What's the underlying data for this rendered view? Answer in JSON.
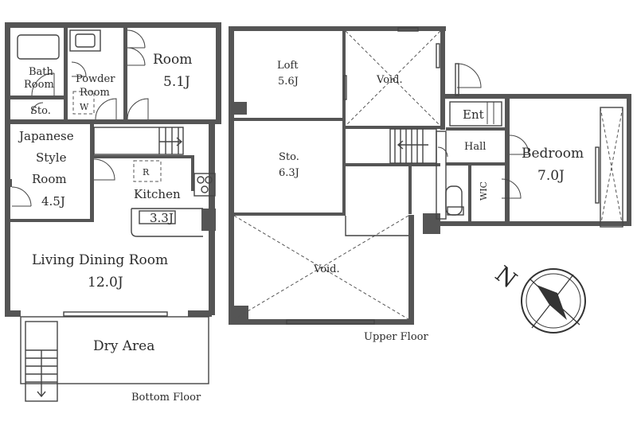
{
  "bottom_floor": {
    "title": "Bottom Floor",
    "rooms": {
      "bath": [
        "Bath",
        "Room"
      ],
      "powder": [
        "Powder",
        "Room"
      ],
      "powder_w": "W",
      "room": "Room",
      "room_size": "5.1J",
      "sto": "Sto.",
      "japanese": [
        "Japanese",
        "Style",
        "Room"
      ],
      "japanese_size": "4.5J",
      "fridge": "R",
      "kitchen": "Kitchen",
      "kitchen_size": "3.3J",
      "ldr": "Living Dining Room",
      "ldr_size": "12.0J",
      "dry": "Dry Area"
    }
  },
  "upper_floor": {
    "title": "Upper Floor",
    "rooms": {
      "loft": "Loft",
      "loft_size": "5.6J",
      "void1": "Void.",
      "ent": "Ent",
      "sto": "Sto.",
      "sto_size": "6.3J",
      "hall": "Hall",
      "bedroom": "Bedroom",
      "bedroom_size": "7.0J",
      "wic": "WIC",
      "void2": "Void."
    }
  },
  "compass": {
    "label": "N"
  }
}
